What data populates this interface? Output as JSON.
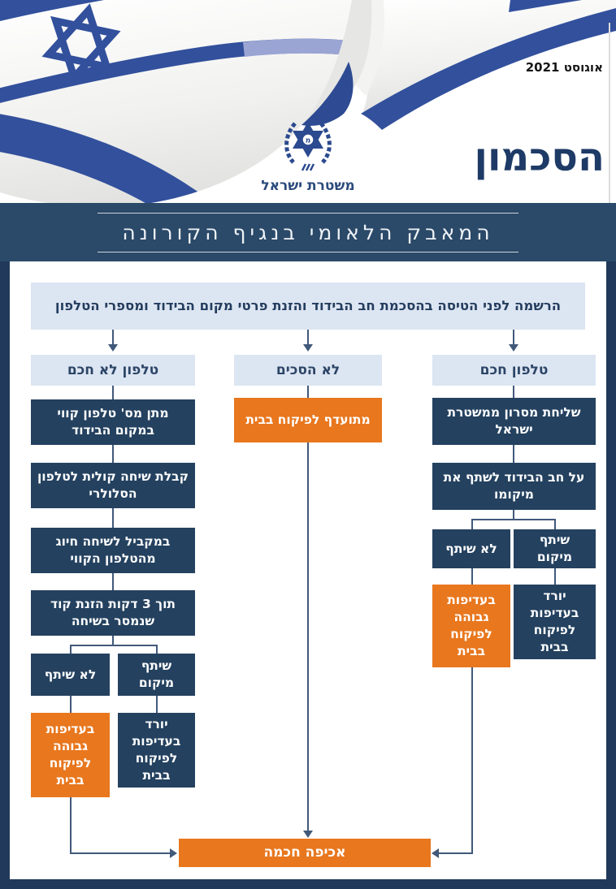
{
  "header": {
    "date": "אוגוסט 2021",
    "org_name": "משטרת ישראל",
    "emblem_monogram": "מ",
    "title": "הסכמון"
  },
  "banner": {
    "title": "המאבק הלאומי בנגיף הקורונה"
  },
  "flowchart": {
    "root": "הרשמה לפני הטיסה בהסכמת חב הבידוד והזנת פרטי מקום הבידוד ומספרי הטלפון",
    "branches": {
      "smart": {
        "header": "טלפון חכם",
        "steps": [
          "שליחת מסרון ממשטרת ישראל",
          "על חב הבידוד לשתף את מיקומו"
        ],
        "not_shared": "לא שיתף",
        "shared": "שיתף מיקום",
        "high_priority": "בעדיפות גבוהה לפיקוח בבית",
        "low_priority": "יורד בעדיפות לפיקוח בבית"
      },
      "declined": {
        "header": "לא הסכים",
        "result": "מתועדף לפיקוח בבית"
      },
      "not_smart": {
        "header": "טלפון לא חכם",
        "steps": [
          "מתן מס' טלפון קווי במקום הבידוד",
          "קבלת שיחה קולית לטלפון הסלולרי",
          "במקביל לשיחה חיוג מהטלפון הקווי",
          "תוך 3 דקות הזנת קוד שנמסר בשיחה"
        ],
        "not_shared": "לא שיתף",
        "shared": "שיתף מיקום",
        "high_priority": "בעדיפות גבוהה לפיקוח בבית",
        "low_priority": "יורד בעדיפות לפיקוח בבית"
      }
    },
    "final": "אכיפה חכמה"
  },
  "colors": {
    "navy_box": "#24415f",
    "orange": "#e8771e",
    "light_blue": "#dce5f2",
    "banner_navy": "#2b4968",
    "frame_navy": "#21395a",
    "flag_blue": "#32509c"
  }
}
